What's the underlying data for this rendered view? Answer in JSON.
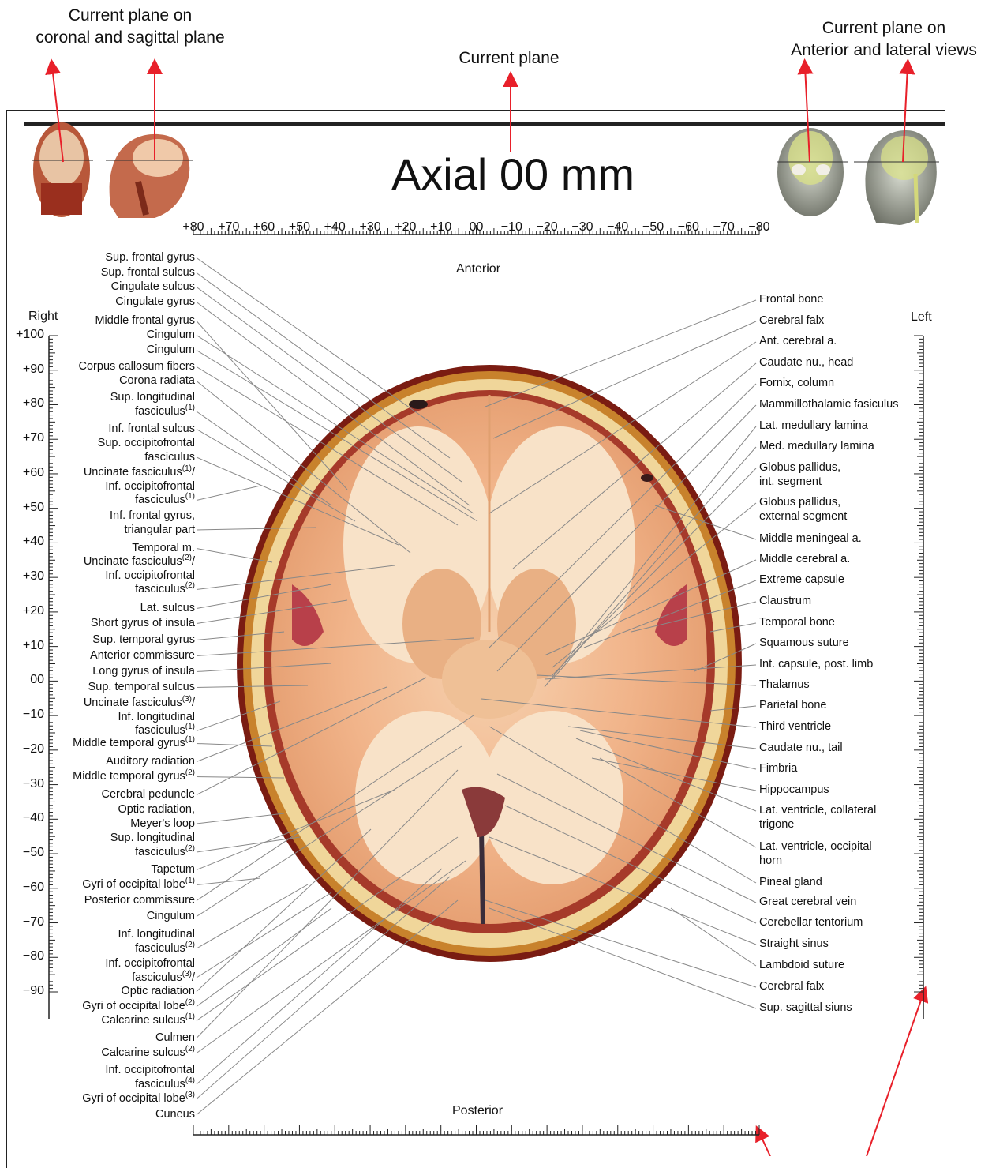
{
  "title": "Axial 00 mm",
  "callouts": {
    "coronal_sagittal": [
      "Current plane on",
      "coronal and sagittal plane"
    ],
    "current_plane": "Current plane",
    "anterior_lateral": [
      "Current plane on",
      "Anterior and lateral views"
    ]
  },
  "orientation": {
    "anterior": "Anterior",
    "posterior": "Posterior",
    "right": "Right",
    "left": "Left"
  },
  "top_scale": [
    "+80",
    "+70",
    "+60",
    "+50",
    "+40",
    "+30",
    "+20",
    "+10",
    "00",
    "−10",
    "−20",
    "−30",
    "−40",
    "−50",
    "−60",
    "−70",
    "−80"
  ],
  "side_scale": [
    "+100",
    "+90",
    "+80",
    "+70",
    "+60",
    "+50",
    "+40",
    "+30",
    "+20",
    "+10",
    "00",
    "−10",
    "−20",
    "−30",
    "−40",
    "−50",
    "−60",
    "−70",
    "−80",
    "−90"
  ],
  "left_labels": [
    [
      "Sup. frontal gyrus"
    ],
    [
      "Sup. frontal sulcus"
    ],
    [
      "Cingulate sulcus"
    ],
    [
      "Cingulate gyrus"
    ],
    [
      "Middle frontal gyrus"
    ],
    [
      "Cingulum"
    ],
    [
      "Cingulum"
    ],
    [
      "Corpus callosum fibers"
    ],
    [
      "Corona radiata"
    ],
    [
      "Sup. longitudinal",
      "fasciculus(1)"
    ],
    [
      "Inf. frontal sulcus"
    ],
    [
      "Sup. occipitofrontal",
      "fasciculus"
    ],
    [
      "Uncinate fasciculus(1)/",
      "Inf. occipitofrontal",
      "fasciculus(1)"
    ],
    [
      "Inf. frontal gyrus,",
      "triangular part"
    ],
    [
      "Temporal m."
    ],
    [
      "Uncinate fasciculus(2)/",
      "Inf. occipitofrontal",
      "fasciculus(2)"
    ],
    [
      "Lat. sulcus"
    ],
    [
      "Short gyrus of insula"
    ],
    [
      "Sup. temporal gyrus"
    ],
    [
      "Anterior commissure"
    ],
    [
      "Long gyrus of insula"
    ],
    [
      "Sup. temporal sulcus"
    ],
    [
      "Uncinate fasciculus(3)/",
      "Inf. longitudinal",
      "fasciculus(1)"
    ],
    [
      "Middle temporal gyrus(1)"
    ],
    [
      "Auditory radiation"
    ],
    [
      "Middle temporal gyrus(2)"
    ],
    [
      "Cerebral peduncle"
    ],
    [
      "Optic radiation,",
      "Meyer's loop"
    ],
    [
      "Sup. longitudinal",
      "fasciculus(2)"
    ],
    [
      "Tapetum"
    ],
    [
      "Gyri of occipital lobe(1)"
    ],
    [
      "Posterior commissure"
    ],
    [
      "Cingulum"
    ],
    [
      "Inf. longitudinal",
      "fasciculus(2)"
    ],
    [
      "Inf. occipitofrontal",
      "fasciculus(3)/"
    ],
    [
      "Optic radiation"
    ],
    [
      "Gyri of occipital lobe(2)"
    ],
    [
      "Calcarine sulcus(1)"
    ],
    [
      "Culmen"
    ],
    [
      "Calcarine sulcus(2)"
    ],
    [
      "Inf. occipitofrontal",
      "fasciculus(4)"
    ],
    [
      "Gyri of occipital lobe(3)"
    ],
    [
      "Cuneus"
    ]
  ],
  "right_labels": [
    [
      "Frontal bone"
    ],
    [
      "Cerebral falx"
    ],
    [
      "Ant. cerebral a."
    ],
    [
      "Caudate nu., head"
    ],
    [
      "Fornix, column"
    ],
    [
      "Mammillothalamic fasiculus"
    ],
    [
      "Lat. medullary lamina"
    ],
    [
      "Med. medullary lamina"
    ],
    [
      "Globus pallidus,",
      "int. segment"
    ],
    [
      "Globus pallidus,",
      "external segment"
    ],
    [
      "Middle meningeal a."
    ],
    [
      "Middle cerebral a."
    ],
    [
      "Extreme capsule"
    ],
    [
      "Claustrum"
    ],
    [
      "Temporal bone"
    ],
    [
      "Squamous suture"
    ],
    [
      "Int. capsule, post. limb"
    ],
    [
      "Thalamus"
    ],
    [
      "Parietal bone"
    ],
    [
      "Third ventricle"
    ],
    [
      "Caudate nu., tail"
    ],
    [
      "Fimbria"
    ],
    [
      "Hippocampus"
    ],
    [
      "Lat. ventricle, collateral",
      "trigone"
    ],
    [
      "Lat. ventricle, occipital",
      "horn"
    ],
    [
      "Pineal gland"
    ],
    [
      "Great cerebral vein"
    ],
    [
      "Cerebellar tentorium"
    ],
    [
      "Straight sinus"
    ],
    [
      "Lambdoid suture"
    ],
    [
      "Cerebral falx"
    ],
    [
      "Sup. sagittal siuns"
    ]
  ],
  "colors": {
    "arrow": "#e8202a",
    "leader": "#777777",
    "bone": "#c98a2a",
    "brain": "#f0b88a",
    "white_matter": "#f7dcc0"
  }
}
